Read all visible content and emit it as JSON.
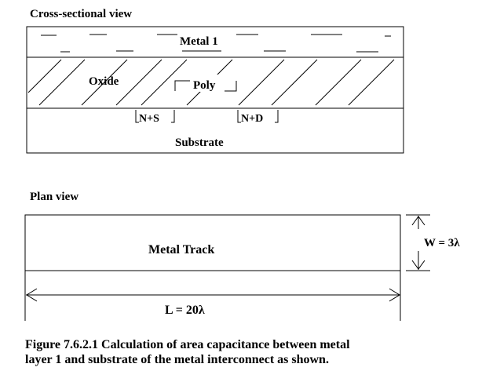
{
  "cross_section": {
    "title": "Cross-sectional view",
    "metal_label": "Metal 1",
    "oxide_label": "Oxide",
    "poly_label": "Poly",
    "source_label": "N+S",
    "drain_label": "N+D",
    "substrate_label": "Substrate"
  },
  "plan_view": {
    "title": "Plan view",
    "track_label": "Metal Track",
    "width_label": "W = 3λ",
    "length_label": "L = 20λ"
  },
  "caption": {
    "line1": "Figure 7.6.2.1 Calculation of area capacitance between metal",
    "line2": "layer 1 and substrate of the metal interconnect as shown."
  }
}
